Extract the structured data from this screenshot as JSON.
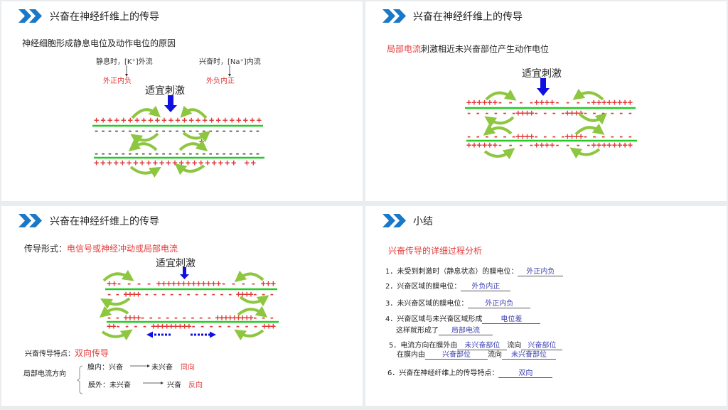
{
  "colors": {
    "accent_blue": "#1a78c8",
    "red": "#e23a3a",
    "membrane_green": "#22cc22",
    "arrow_green": "#8dc63f",
    "stimulus_blue": "#1010e0",
    "answer_blue": "#3b3fb0"
  },
  "slides": [
    {
      "title": "兴奋在神经纤维上的传导",
      "subtitle": "神经细胞形成静息电位及动作电位的原因",
      "rest_label": "静息时，[K⁺]外流",
      "rest_result": "外正内负",
      "excite_label": "兴奋时，[Na⁺]内流",
      "excite_result": "外负内正",
      "stimulus": "适宜刺激",
      "charges": {
        "top_out": "+++++++++++++++++++++++++",
        "top_in": "- - - - - - - - - - - - - - - - - - - - - - - - -",
        "inner_plus": "+",
        "bottom_in": "- - - - - - - - - - - - - - - - - - - - - - - - -",
        "bottom_out": "++++++++++++++++++++++  ++"
      }
    },
    {
      "title": "兴奋在神经纤维上的传导",
      "subtitle_highlight": "局部电流",
      "subtitle_rest": "刺激相近未兴奋部位产生动作电位",
      "stimulus": "适宜刺激",
      "charges": {
        "top_out": "++++++- - - -++++- - - -++++++++",
        "top_in": "- - - - - -++++- - - -++++- - - - - -",
        "bottom_in": "- - - - - -++++- - - -++++- - - - - -",
        "bottom_out": "++++++- - - -++++- - - -++++++++"
      }
    },
    {
      "title": "兴奋在神经纤维上的传导",
      "form_label": "传导形式：",
      "form_value": "电信号或神经冲动或局部电流",
      "stimulus": "适宜刺激",
      "charges": {
        "top_out": "++- - - - +++++++++++++- - - - +++",
        "top_in": "- - ++++ - - - - - - - - - - - ++++- - -",
        "bottom_in": "- - ++++- - - - - - - - - +++++++++- - -",
        "bottom_out": "++- - - - +++++++++- - - - - - - - +++"
      },
      "feature_label": "兴奋传导特点：",
      "feature_value": "双向传导",
      "current_label": "局部电流方向",
      "inside": {
        "label": "膜内：兴奋",
        "to": "未兴奋",
        "dir": "同向"
      },
      "outside": {
        "label": "膜外：未兴奋",
        "to": "兴奋",
        "dir": "反向"
      }
    },
    {
      "title": "小结",
      "heading": "兴奋传导的详细过程分析",
      "items": [
        {
          "q": "1．未受到刺激时（静息状态）的膜电位：",
          "a": "外正内负"
        },
        {
          "q": "2．兴奋区域的膜电位：",
          "a": "外负内正"
        },
        {
          "q": "3．未兴奋区域的膜电位：",
          "a": "外正内负"
        },
        {
          "q": "4．兴奋区域与未兴奋区域形成",
          "a": "电位差",
          "q2": "这样就形成了",
          "a2": "局部电流"
        },
        {
          "q": "5．电流方向在膜外由",
          "a": "未兴奋部位",
          "mid": "流向",
          "a_b": "兴奋部位",
          "q2": "在膜内由",
          "a2": "兴奋部位",
          "mid2": "流向",
          "a2_b": "未兴奋部位"
        },
        {
          "q": "6．兴奋在神经纤维上的传导特点：",
          "a": "双向"
        }
      ]
    }
  ]
}
